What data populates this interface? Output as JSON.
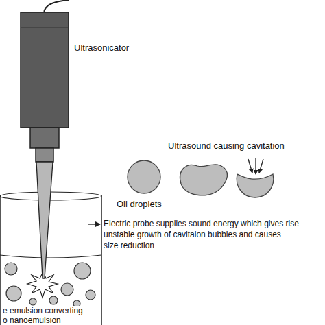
{
  "diagram": {
    "labels": [
      "Ultrasonicator",
      "Ultrasound causing cavitation",
      "Oil droplets",
      "Electric probe supplies sound energy which gives rise",
      "unstable growth of cavitaion bubbles and causes",
      "size reduction",
      "e emulsion converting",
      "o nanoemulsion"
    ]
  }
}
